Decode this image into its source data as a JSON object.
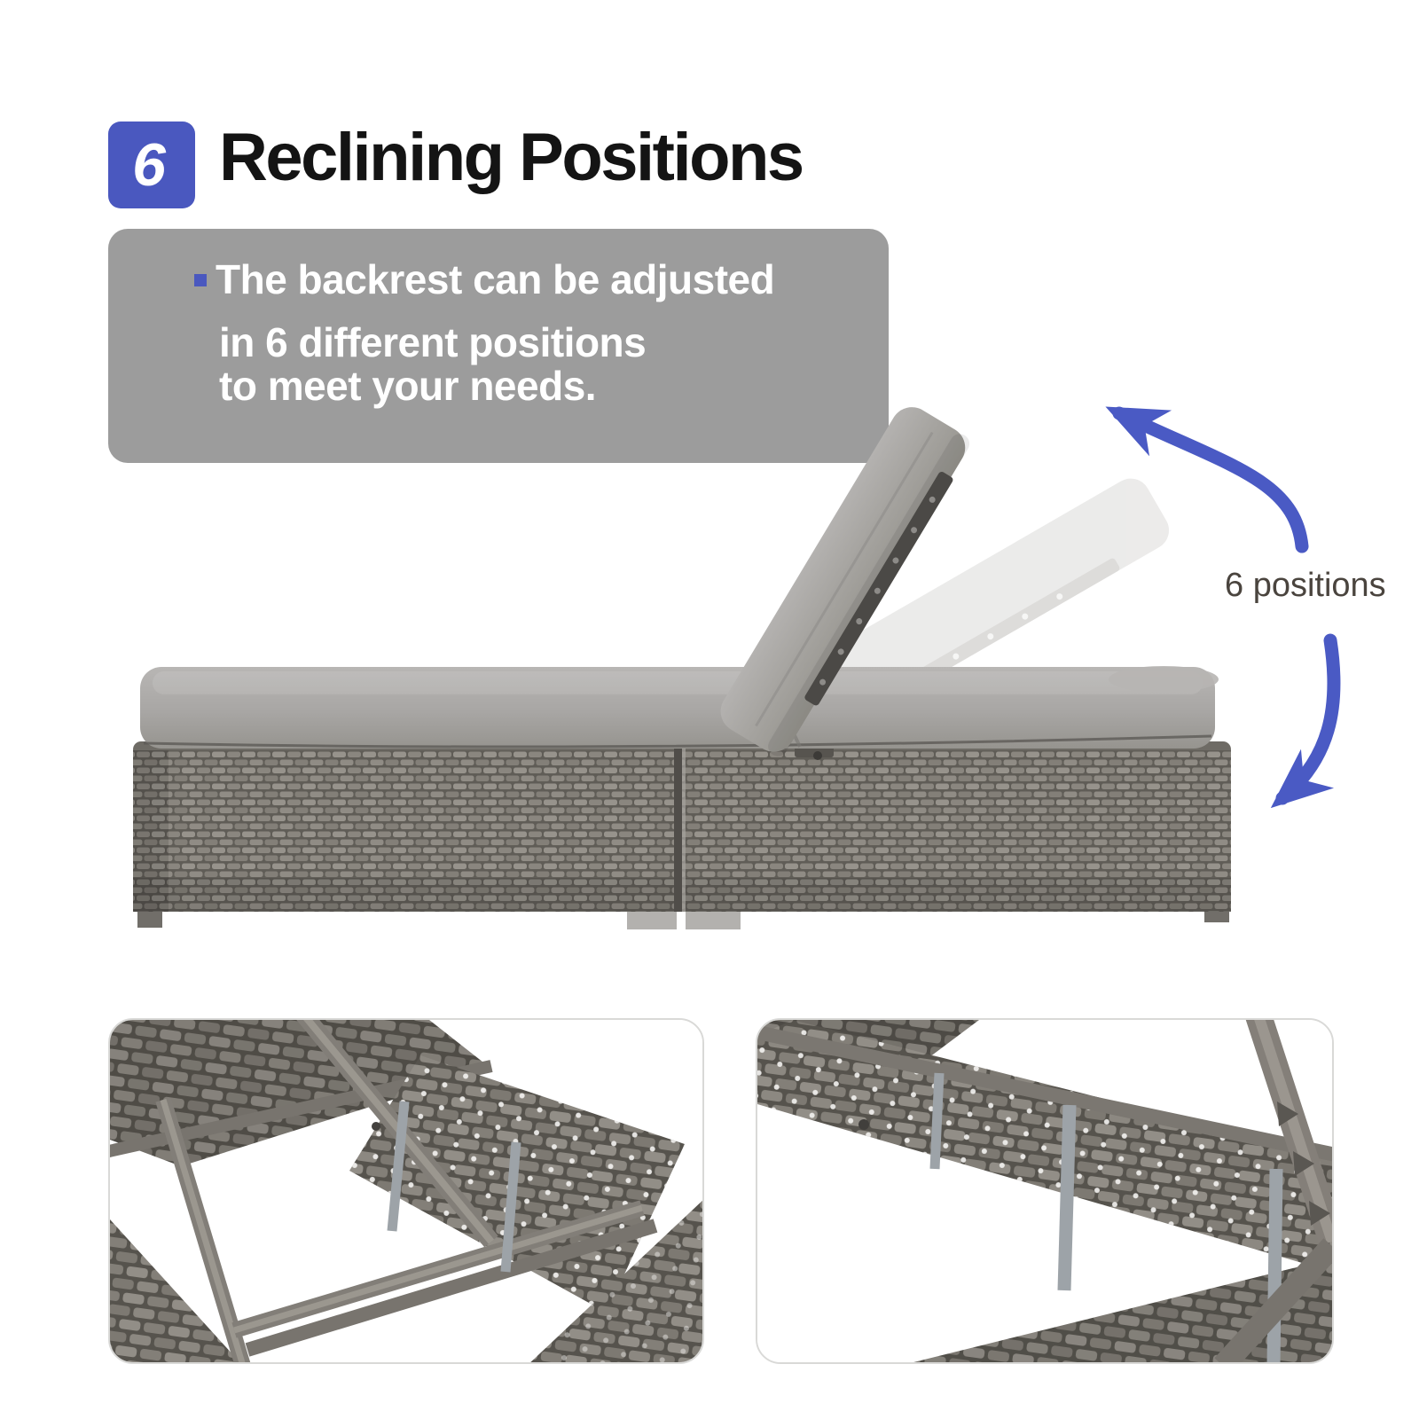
{
  "page": {
    "background_color": "#ffffff"
  },
  "header": {
    "badge": {
      "number": "6",
      "color": "#4a58bf"
    },
    "title": "Reclining Positions"
  },
  "info_box": {
    "background_color": "#9c9c9c",
    "bullet_color": "#4a58bf",
    "lines": [
      "The backrest can be adjusted",
      "in 6 different positions",
      "to meet your needs."
    ]
  },
  "product_figure": {
    "annotation_label": "6 positions",
    "annotation_color": "#4a443e",
    "arrow_color": "#4a5ac4",
    "illustration": {
      "item": "wicker-chaise-lounge-side-view",
      "cushion_color": "#aba9a7",
      "wicker_color": "#8a867f",
      "ghost_backrest_opacity": 0.5
    }
  },
  "detail_photos": [
    {
      "name": "underside-mechanism-closeup"
    },
    {
      "name": "reclining-ratchet-closeup"
    }
  ]
}
